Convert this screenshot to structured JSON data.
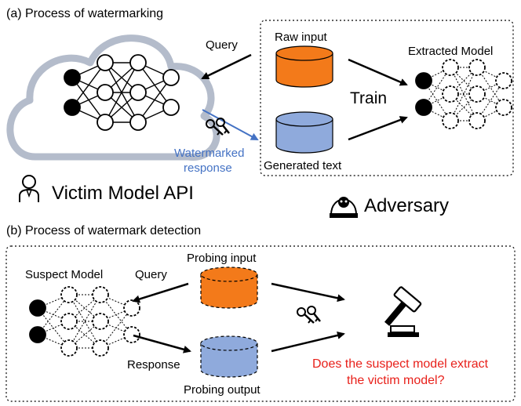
{
  "panel_a": {
    "title": "(a) Process of watermarking",
    "victim_label": "Victim Model API",
    "adversary_label": "Adversary",
    "query_label": "Query",
    "raw_input_label": "Raw input",
    "generated_text_label": "Generated text",
    "train_label": "Train",
    "extracted_model_label": "Extracted Model",
    "watermarked_line1": "Watermarked",
    "watermarked_line2": "response"
  },
  "panel_b": {
    "title": "(b) Process of watermark detection",
    "suspect_model_label": "Suspect Model",
    "query_label": "Query",
    "response_label": "Response",
    "probing_input_label": "Probing input",
    "probing_output_label": "Probing output",
    "question_line1": "Does the suspect model extract",
    "question_line2": "the victim model?"
  },
  "colors": {
    "orange": "#f37a1a",
    "blue": "#8faadc",
    "cloud": "#b4bccb",
    "watermark_blue": "#4472c4",
    "question_red": "#e8201a"
  },
  "icons": [
    "cloud-icon",
    "keys-icon",
    "person-icon",
    "hacker-icon",
    "gavel-icon"
  ]
}
